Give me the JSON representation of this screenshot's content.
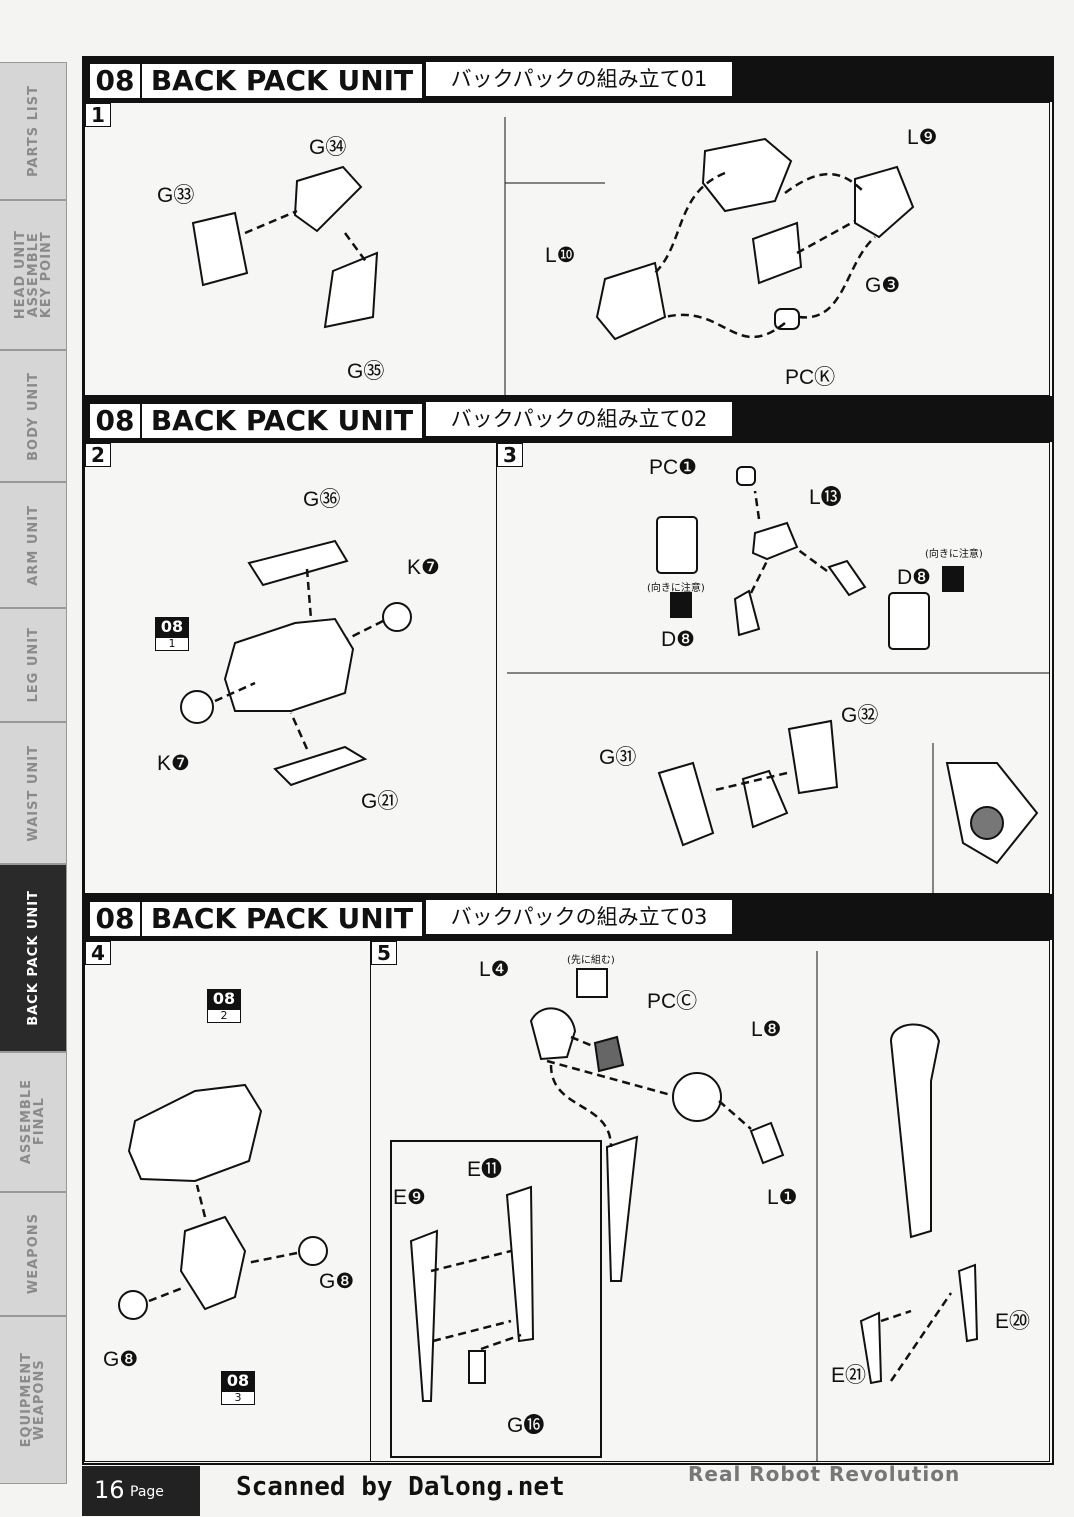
{
  "sidebar": {
    "tabs": [
      {
        "label": "PARTS LIST"
      },
      {
        "label": "HEAD UNIT\nASSEMBLE\nKEY POINT"
      },
      {
        "label": "BODY UNIT"
      },
      {
        "label": "ARM UNIT"
      },
      {
        "label": "LEG UNIT"
      },
      {
        "label": "WAIST UNIT"
      },
      {
        "label": "BACK PACK UNIT"
      },
      {
        "label": "ASSEMBLE\nFINAL"
      },
      {
        "label": "WEAPONS"
      },
      {
        "label": "EQUIPMENT\nWEAPONS"
      }
    ]
  },
  "sections": [
    {
      "number": "08",
      "title": "BACK PACK UNIT",
      "subtitle": "バックパックの組み立て01"
    },
    {
      "number": "08",
      "title": "BACK PACK UNIT",
      "subtitle": "バックパックの組み立て02"
    },
    {
      "number": "08",
      "title": "BACK PACK UNIT",
      "subtitle": "バックパックの組み立て03"
    }
  ],
  "steps": {
    "s1": {
      "number": "1",
      "labels": [
        "G㉞",
        "G㉝",
        "G㉟",
        "L❾",
        "L❿",
        "G❸",
        "PCⓀ"
      ]
    },
    "s2": {
      "number": "2",
      "labels": [
        "G㊱",
        "K❼",
        "K❼",
        "G㉑"
      ],
      "ref": {
        "top": "08",
        "bottom": "1"
      }
    },
    "s3": {
      "number": "3",
      "labels": [
        "PC❶",
        "L⓭",
        "D❽",
        "D❽",
        "G㉜",
        "G㉛"
      ],
      "notes": [
        "(向きに注意)",
        "(向きに注意)"
      ]
    },
    "s4": {
      "number": "4",
      "labels": [
        "G❽",
        "G❽"
      ],
      "ref_top": {
        "top": "08",
        "bottom": "2"
      },
      "ref_bottom": {
        "top": "08",
        "bottom": "3"
      }
    },
    "s5": {
      "number": "5",
      "labels": [
        "L❹",
        "PCⒸ",
        "L❽",
        "L❶",
        "E⓫",
        "E❾",
        "G⓰",
        "E⑳",
        "E㉑"
      ],
      "note": "(先に組む)"
    }
  },
  "footer": {
    "page_number": "16",
    "page_label": "Page",
    "credit": "Scanned by Dalong.net",
    "brand": "Real Robot Revolution"
  }
}
